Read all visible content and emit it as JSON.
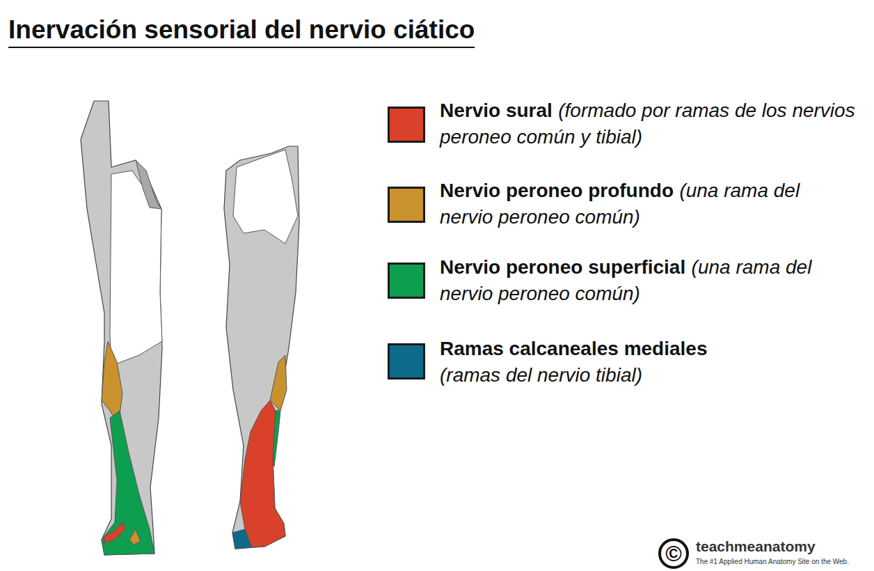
{
  "diagram": {
    "title": "Inervación sensorial del nervio ciático",
    "labels": [
      "(formado por ramas de los nervios peroneo común y tibial)",
      "(una rama del nervio peroneo común)",
      "(una rama del nervio peroneo común)",
      "(ramas del nervio tibial)",
      "©",
      "teachmeanatomy",
      "The #1 Applied Human Anatomy Site on the Web."
    ],
    "legend": [
      {
        "text": "Nervio sural",
        "color": "#d9412b"
      },
      {
        "text": "Nervio peroneo profundo",
        "color": "#c9922e"
      },
      {
        "text": "Nervio peroneo superficial",
        "color": "#0d9e4f"
      },
      {
        "text": "Ramas calcaneales mediales",
        "color": "#0e6a8a"
      }
    ]
  }
}
